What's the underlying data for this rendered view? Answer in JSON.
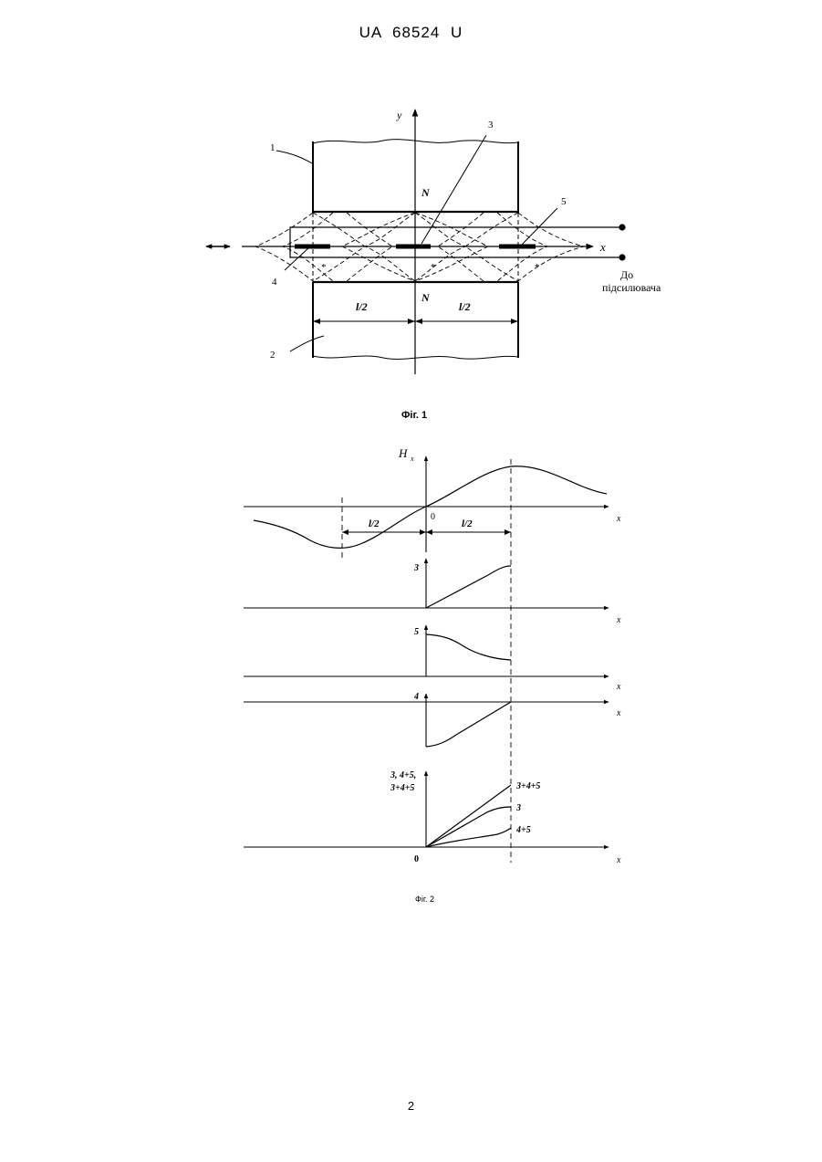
{
  "page": {
    "header": "UA 68524 U",
    "page_number": "2"
  },
  "fig1": {
    "caption": "Фіг. 1",
    "axis_y": "y",
    "axis_x": "x",
    "pole_top": "N",
    "pole_bottom": "N",
    "half_left": "l/2",
    "half_right": "l/2",
    "ref_1": "1",
    "ref_2": "2",
    "ref_3": "3",
    "ref_4": "4",
    "ref_5": "5",
    "amp_line1": "До",
    "amp_line2": "підсилювача"
  },
  "fig2": {
    "caption": "Фіг. 2",
    "hx_label": "H",
    "hx_sub": "x",
    "x_label": "x",
    "origin": "0",
    "half_left": "l/2",
    "half_right": "l/2",
    "graph3_label": "3",
    "graph5_label": "5",
    "graph4_label": "4",
    "sum_label_line1": "3, 4+5,",
    "sum_label_line2": "3+4+5",
    "curve_345": "3+4+5",
    "curve_3": "3",
    "curve_45": "4+5",
    "origin_bottom": "0"
  }
}
